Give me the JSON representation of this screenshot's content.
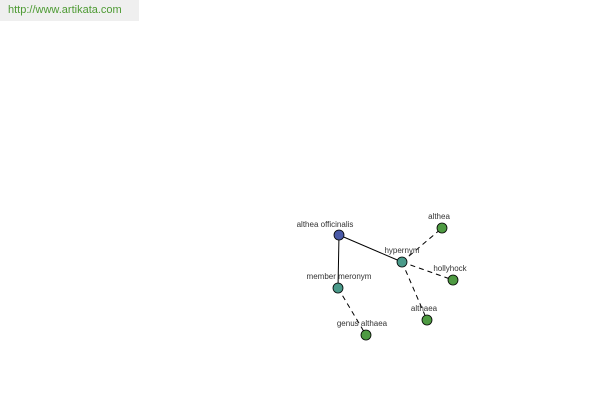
{
  "header": {
    "url_text": "http://www.artikata.com"
  },
  "colors": {
    "url_text": "#4d9a33",
    "url_bar_bg": "#efefef",
    "root_node": "#4a5aa8",
    "relation_node": "#4a9a8a",
    "leaf_node": "#4e9a42"
  },
  "graph": {
    "nodes": {
      "root": {
        "label": "althea officinalis",
        "kind": "root",
        "icon": "root-node-circle"
      },
      "hypernym": {
        "label": "hypernym",
        "kind": "relation",
        "icon": "relation-node-circle"
      },
      "member_meronym": {
        "label": "member meronym",
        "kind": "relation",
        "icon": "relation-node-circle"
      },
      "althea": {
        "label": "althea",
        "kind": "leaf",
        "icon": "leaf-node-circle"
      },
      "hollyhock": {
        "label": "hollyhock",
        "kind": "leaf",
        "icon": "leaf-node-circle"
      },
      "althaea": {
        "label": "althaea",
        "kind": "leaf",
        "icon": "leaf-node-circle"
      },
      "genus_althaea": {
        "label": "genus althaea",
        "kind": "leaf",
        "icon": "leaf-node-circle"
      }
    },
    "edges": [
      {
        "from": "root",
        "to": "hypernym",
        "style": "solid"
      },
      {
        "from": "root",
        "to": "member_meronym",
        "style": "solid"
      },
      {
        "from": "hypernym",
        "to": "althea",
        "style": "dashed"
      },
      {
        "from": "hypernym",
        "to": "hollyhock",
        "style": "dashed"
      },
      {
        "from": "hypernym",
        "to": "althaea",
        "style": "dashed"
      },
      {
        "from": "member_meronym",
        "to": "genus_althaea",
        "style": "dashed"
      }
    ]
  }
}
